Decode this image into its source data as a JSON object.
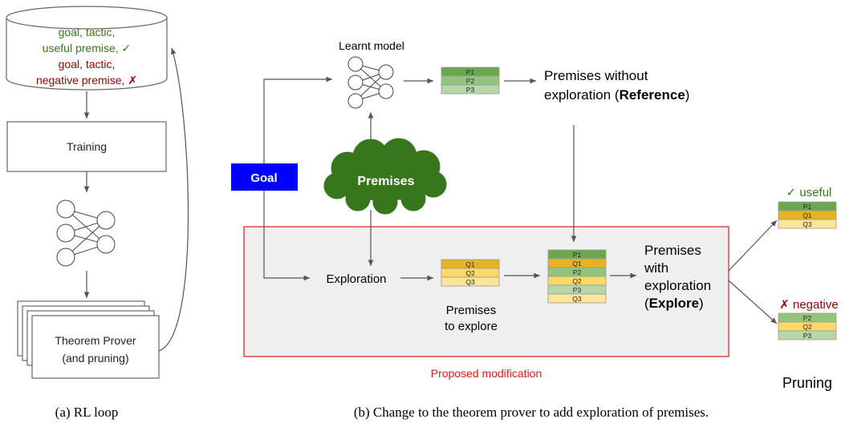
{
  "panel_a": {
    "db_lines": [
      {
        "text": "goal, tactic,",
        "color": "#38761d"
      },
      {
        "text": "useful premise, ✓",
        "color": "#38761d"
      },
      {
        "text": "goal, tactic,",
        "color": "#990000"
      },
      {
        "text": "negative premise, ✗",
        "color": "#990000"
      }
    ],
    "training_label": "Training",
    "prover_line1": "Theorem Prover",
    "prover_line2": "(and pruning)",
    "caption": "(a) RL loop"
  },
  "panel_b": {
    "learnt_model_label": "Learnt model",
    "goal_label": "Goal",
    "premises_cloud_label": "Premises",
    "exploration_label": "Exploration",
    "reference_line1": "Premises without",
    "reference_line2_prefix": "exploration (",
    "reference_bold": "Reference",
    "reference_suffix": ")",
    "premises_to_explore_line1": "Premises",
    "premises_to_explore_line2": "to explore",
    "explore_line1": "Premises",
    "explore_line2": "with",
    "explore_line3": "exploration",
    "explore_line4_prefix": "(",
    "explore_bold": "Explore",
    "explore_line4_suffix": ")",
    "proposed_modification": "Proposed modification",
    "useful_label": "✓ useful",
    "negative_label": "✗ negative",
    "pruning_label": "Pruning",
    "caption": "(b) Change to the theorem prover to add exploration of premises.",
    "lists": {
      "reference": [
        "P1",
        "P2",
        "P3"
      ],
      "to_explore": [
        "Q1",
        "Q2",
        "Q3"
      ],
      "merged": [
        "P1",
        "Q1",
        "P2",
        "Q2",
        "P3",
        "Q3"
      ],
      "useful": [
        "P1",
        "Q1",
        "Q3"
      ],
      "negative": [
        "P2",
        "Q2",
        "P3"
      ]
    }
  },
  "colors": {
    "p1": "#6aa84f",
    "p2": "#93c47d",
    "p3": "#b6d7a8",
    "q1": "#e6b422",
    "q2": "#ffd966",
    "q3": "#ffe599",
    "goal_box": "#0000ff",
    "cloud": "#38761d",
    "modification_border": "#e01b1b",
    "modification_fill": "#efefef",
    "green_text": "#38761d",
    "red_text": "#990000"
  }
}
